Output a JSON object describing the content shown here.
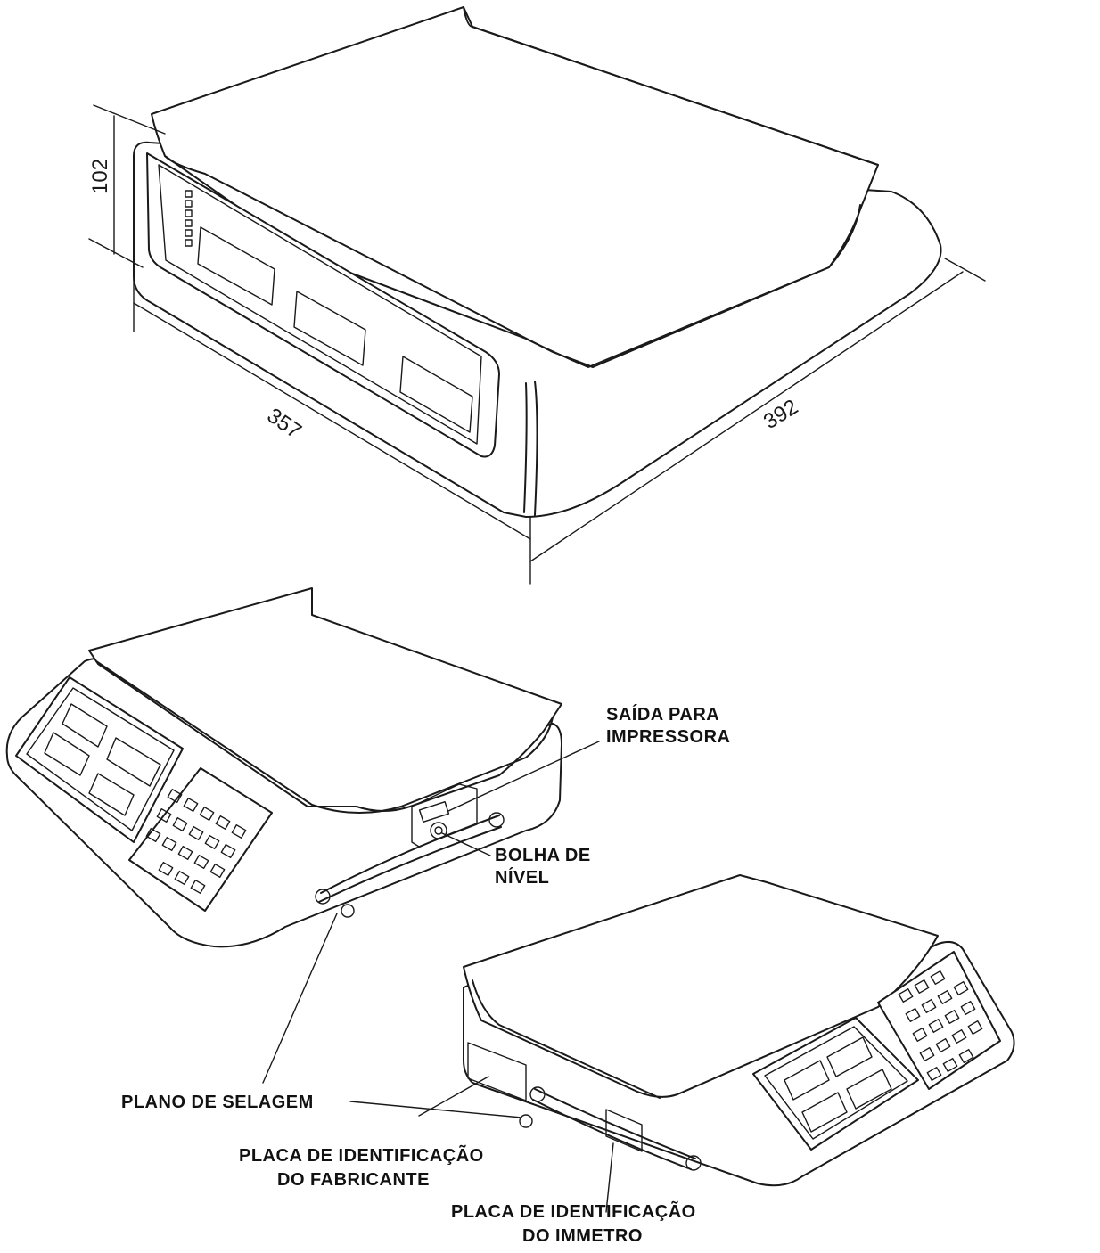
{
  "dimensions": {
    "height": "102",
    "width": "357",
    "depth": "392"
  },
  "labels": {
    "printer_output_line1": "SAÍDA PARA",
    "printer_output_line2": "IMPRESSORA",
    "level_bubble_line1": "BOLHA DE",
    "level_bubble_line2": "NÍVEL",
    "sealing_plane": "PLANO DE SELAGEM",
    "manufacturer_plate_line1": "PLACA DE IDENTIFICAÇÃO",
    "manufacturer_plate_line2": "DO FABRICANTE",
    "inmetro_plate_line1": "PLACA DE IDENTIFICAÇÃO",
    "inmetro_plate_line2": "DO IMMETRO"
  }
}
